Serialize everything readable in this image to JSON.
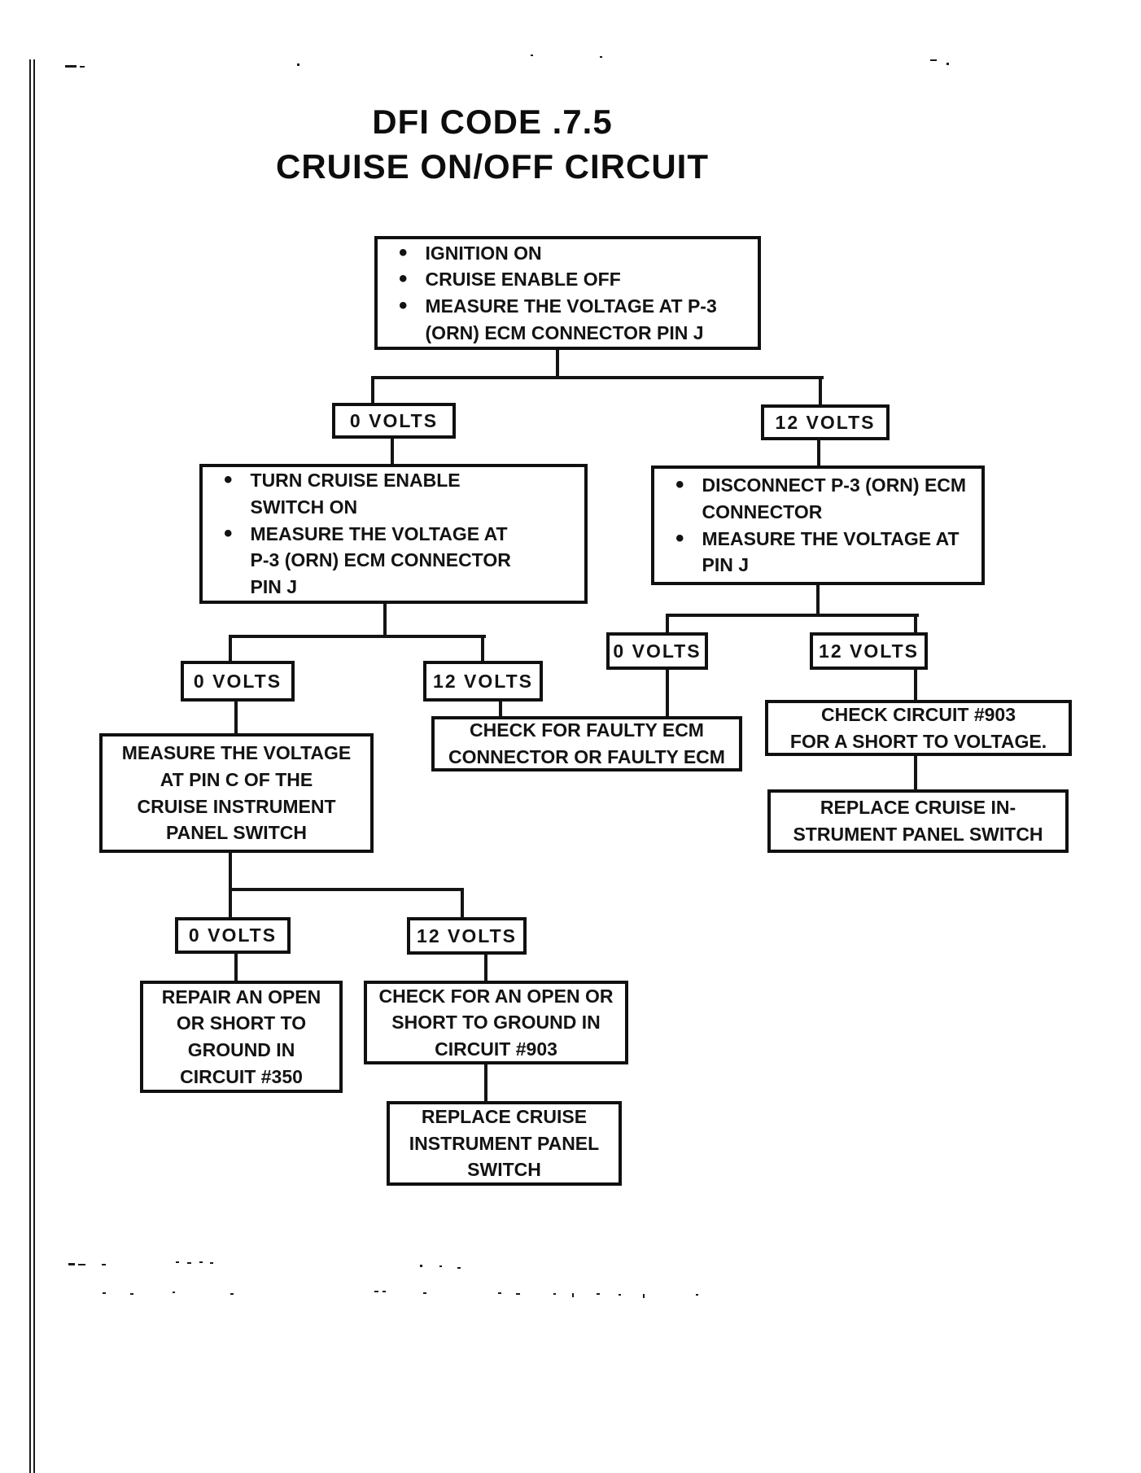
{
  "title": {
    "line1": "DFI CODE .7.5",
    "line2": "CRUISE ON/OFF CIRCUIT"
  },
  "diagram_colors": {
    "ink": "#111111",
    "paper": "#ffffff"
  },
  "nodes": {
    "start": {
      "bullets": [
        [
          "IGNITION ON"
        ],
        [
          "CRUISE ENABLE OFF"
        ],
        [
          "MEASURE THE VOLTAGE AT P-3",
          "(ORN) ECM CONNECTOR PIN J"
        ]
      ]
    },
    "v0_level1_left": {
      "label": "0 VOLTS"
    },
    "v12_level1_right": {
      "label": "12 VOLTS"
    },
    "turn_cruise_enable": {
      "bullets": [
        [
          "TURN CRUISE ENABLE",
          "SWITCH ON"
        ],
        [
          "MEASURE THE VOLTAGE AT",
          "P-3 (ORN) ECM CONNECTOR",
          "PIN J"
        ]
      ]
    },
    "disconnect_p3": {
      "bullets": [
        [
          "DISCONNECT P-3 (ORN) ECM",
          "CONNECTOR"
        ],
        [
          "MEASURE THE VOLTAGE AT",
          "PIN J"
        ]
      ]
    },
    "v0_level2_left": {
      "label": "0 VOLTS"
    },
    "v12_level2_left": {
      "label": "12 VOLTS"
    },
    "v0_level2_right": {
      "label": "0 VOLTS"
    },
    "v12_level2_right": {
      "label": "12 VOLTS"
    },
    "measure_pin_c": {
      "lines": [
        "MEASURE THE VOLTAGE",
        "AT PIN C OF THE",
        "CRUISE INSTRUMENT",
        "PANEL SWITCH"
      ]
    },
    "faulty_ecm": {
      "lines": [
        "CHECK FOR FAULTY ECM",
        "CONNECTOR OR FAULTY ECM"
      ]
    },
    "check_circuit_903_voltage": {
      "lines": [
        "CHECK CIRCUIT #903",
        "FOR A SHORT TO VOLTAGE."
      ]
    },
    "replace_switch_right": {
      "lines": [
        "REPLACE CRUISE IN-",
        "STRUMENT PANEL SWITCH"
      ]
    },
    "v0_level3_left": {
      "label": "0 VOLTS"
    },
    "v12_level3_left": {
      "label": "12 VOLTS"
    },
    "repair_circuit_350": {
      "lines": [
        "REPAIR AN OPEN",
        "OR SHORT TO",
        "GROUND IN",
        "CIRCUIT #350"
      ]
    },
    "check_circuit_903_ground": {
      "lines": [
        "CHECK FOR AN OPEN OR",
        "SHORT TO GROUND IN",
        "CIRCUIT #903"
      ]
    },
    "replace_switch_bottom": {
      "lines": [
        "REPLACE CRUISE",
        "INSTRUMENT PANEL",
        "SWITCH"
      ]
    }
  }
}
